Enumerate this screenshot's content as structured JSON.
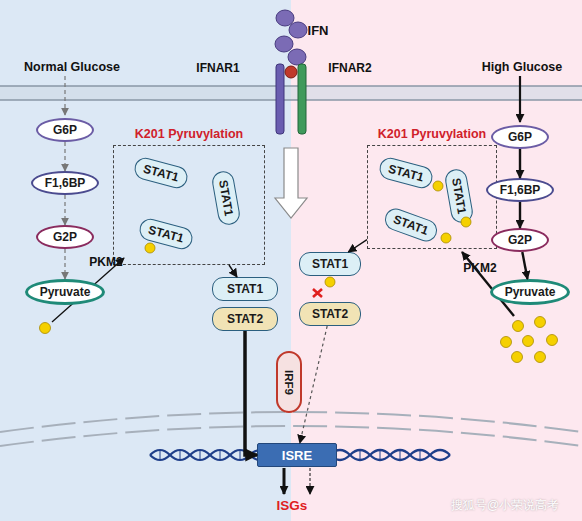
{
  "diagram": {
    "nodes": [
      {
        "text": [
          "K201 Pyruvylation"
        ]
      },
      {
        "text": [
          "STAT1"
        ],
        "in": 0
      },
      {
        "text": [
          "STAT1"
        ],
        "in": 0
      },
      {
        "text": [
          "STAT1"
        ],
        "in": 0
      },
      {
        "text": [
          "K201 Pyruvylation"
        ]
      },
      {
        "text": [
          "STAT1"
        ],
        "in": 4
      },
      {
        "text": [
          "STAT1"
        ],
        "in": 4
      },
      {
        "text": [
          "STAT1"
        ],
        "in": 4
      },
      {
        "text": [
          "G6P"
        ]
      },
      {
        "text": [
          "F1,6BP"
        ]
      },
      {
        "text": [
          "G2P"
        ]
      },
      {
        "text": [
          "Pyruvate"
        ]
      },
      {
        "text": [
          "G6P"
        ]
      },
      {
        "text": [
          "F1,6BP"
        ]
      },
      {
        "text": [
          "G2P"
        ]
      },
      {
        "text": [
          "Pyruvate"
        ]
      },
      {
        "text": [
          "STAT1"
        ]
      },
      {
        "text": [
          "STAT2"
        ]
      },
      {
        "text": [
          "STAT1"
        ]
      },
      {
        "text": [
          "STAT2"
        ]
      },
      {
        "text": [
          "IRF9"
        ]
      },
      {
        "text": [
          "ISRE"
        ]
      }
    ],
    "edges": [
      {
        "from": 8,
        "to": 9,
        "arrow": "to"
      },
      {
        "from": 9,
        "to": 10,
        "arrow": "to"
      },
      {
        "from": 10,
        "to": 11,
        "arrow": "to"
      },
      {
        "from": 12,
        "to": 13,
        "arrow": "to"
      },
      {
        "from": 13,
        "to": 14,
        "arrow": "to"
      },
      {
        "from": 14,
        "to": 15,
        "arrow": "to"
      },
      {
        "from": 0,
        "to": 16,
        "arrow": "to"
      },
      {
        "from": 4,
        "to": 18,
        "arrow": "to"
      },
      {
        "from": 17,
        "to": 21,
        "arrow": "to"
      },
      {
        "from": 19,
        "to": 21,
        "arrow": "to"
      }
    ],
    "labels": [
      "IFN",
      "IFNAR1",
      "IFNAR2",
      "Normal Glucose",
      "High Glucose",
      "PKM2",
      "PKM2",
      "ISGs",
      "搜狐号@小荣说高考"
    ]
  }
}
